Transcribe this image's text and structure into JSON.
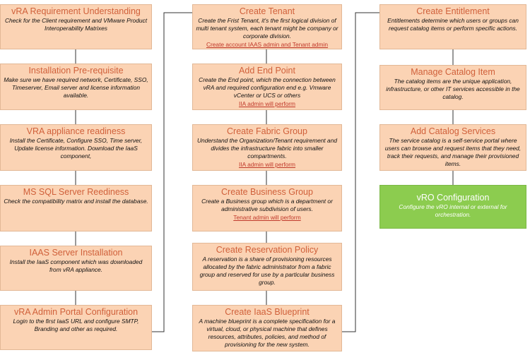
{
  "diagram": {
    "column_left": [
      {
        "title": "vRA Requirement Understanding",
        "desc": "Check for the Client requirement and VMware Product Interoperability Matrixes"
      },
      {
        "title": "Installation Pre-requisite",
        "desc": "Make sure we have required network, Certificate, SSO, Timeserver, Email server and license information available."
      },
      {
        "title": "VRA appliance readiness",
        "desc": "Install the Certificate, Configure SSO, Time server, Update license information. Download the IaaS component,"
      },
      {
        "title": "MS SQL Server Reediness",
        "desc": "Check the compatibility matrix and install the database."
      },
      {
        "title": "IAAS Server Installation",
        "desc": "Install the IaaS component which was downloaded from vRA appliance."
      },
      {
        "title": "vRA Admin Portal Configuration",
        "desc": "Login to the first IaaS URL and configure SMTP, Branding and other as required."
      }
    ],
    "column_middle": [
      {
        "title": "Create Tenant",
        "desc": "Create the Frist Tenant, it's the first logical division of multi tenant system, each tenant might be company or corporate division.",
        "note": "Create account IAAS admin and Tenant admin"
      },
      {
        "title": "Add End Point",
        "desc": "Create the End point, which the connection between vRA and required configuration end e.g. Vmware vCenter or UCS or others",
        "note": "IIA admin will perform"
      },
      {
        "title": "Create Fabric Group",
        "desc": "Understand the Organization/Tenant requirement and divides the infrastructure fabric into smaller compartments.",
        "note": "IIA admin will perform"
      },
      {
        "title": "Create Business Group",
        "desc": "Create a Business group which is a department or administrative subdivision of users.",
        "note": "Tenant admin will perform"
      },
      {
        "title": "Create Reservation Policy",
        "desc": "A reservation is a share of provisioning resources allocated by the fabric administrator from a fabric group and reserved for use by a particular business group."
      },
      {
        "title": "Create IaaS Blueprint",
        "desc": "A machine blueprint is a complete specification for a virtual, cloud, or physical machine that defines resources, attributes, policies, and method of provisioning for the new system."
      }
    ],
    "column_right": [
      {
        "title": "Create Entitlement",
        "desc": "Entitlements determine which users or groups can request catalog items or perform specific actions."
      },
      {
        "title": "Manage Catalog Item",
        "desc": "The catalog items are the unique application, infrastructure, or other IT services accessible in the catalog."
      },
      {
        "title": "Add Catalog Services",
        "desc": "The service catalog is a self-service portal where users can browse and request items that they need, track their requests, and manage their provisioned items."
      },
      {
        "title": "vRO Configuration",
        "desc": "Configure the vRO internal or external for orchestration."
      }
    ],
    "colors": {
      "box_fill": "#fbd3b4",
      "box_border": "#e2b896",
      "title_color": "#d0603a",
      "link_color": "#c0392b",
      "highlight_fill": "#8ccc4f",
      "connector": "#333333"
    }
  }
}
